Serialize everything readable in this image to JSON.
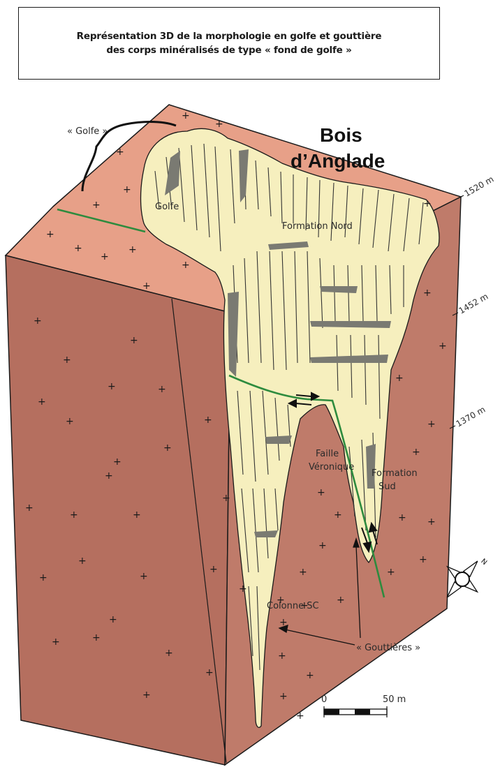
{
  "title": {
    "line1": "Représentation 3D de la morphologie en golfe et gouttière",
    "line2": "des corps minéralisés de type « fond de golfe »"
  },
  "labels": {
    "golfe_bracket": "« Golfe »",
    "bois_line1": "Bois",
    "bois_line2": "d’Anglade",
    "golfe": "Golfe",
    "formation_nord": "Formation Nord",
    "faille_line1": "Faille",
    "faille_line2": "Véronique",
    "formation_sud_line1": "Formation",
    "formation_sud_line2": "Sud",
    "colonne_sc": "Colonne SC",
    "gouttieres": "« Gouttières »"
  },
  "elevations": [
    "1520 m",
    "1452 m",
    "1370 m"
  ],
  "scale_bar": {
    "zero": "0",
    "end": "50 m"
  },
  "north_label": "N",
  "colors": {
    "block_top": "#e7a088",
    "block_front": "#b56f5f",
    "block_side": "#bf7b6a",
    "ore_body": "#f6efbe",
    "fault": "#2e8b3e",
    "outline": "#1a1a1a"
  }
}
